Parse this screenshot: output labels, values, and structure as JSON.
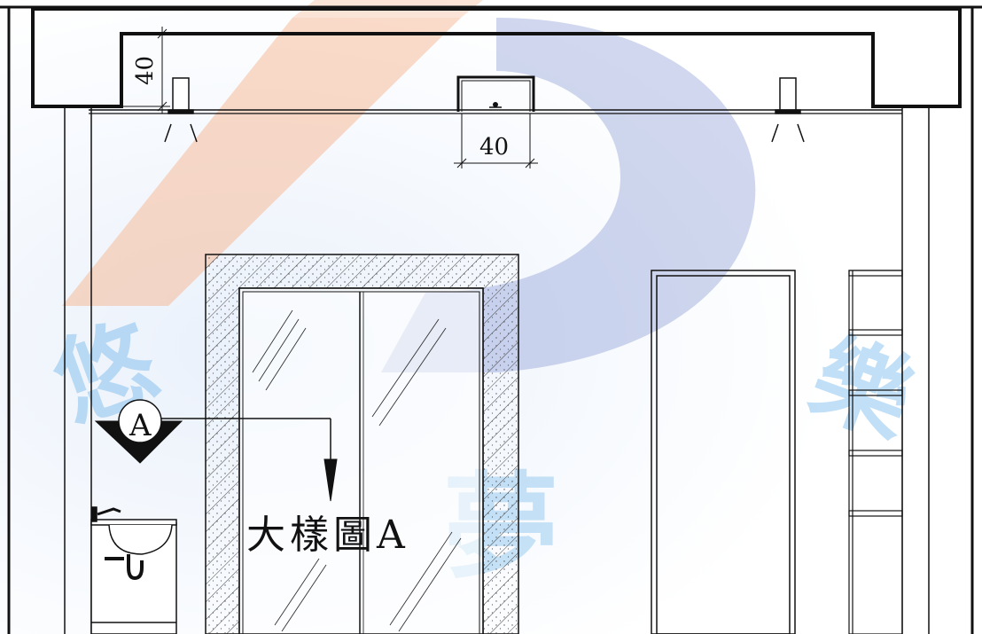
{
  "drawing": {
    "ceiling_height_dim": "40",
    "recess_width_dim": "40",
    "section_marker_letter": "A",
    "detail_callout_label": "大樣圖A"
  },
  "watermark": {
    "glyph_left": "悠",
    "glyph_center": "夢",
    "glyph_right": "樂",
    "colors": {
      "orange": "#f59a6a",
      "blue": "#3b57b8",
      "light_blue": "#4fa6e6"
    }
  }
}
